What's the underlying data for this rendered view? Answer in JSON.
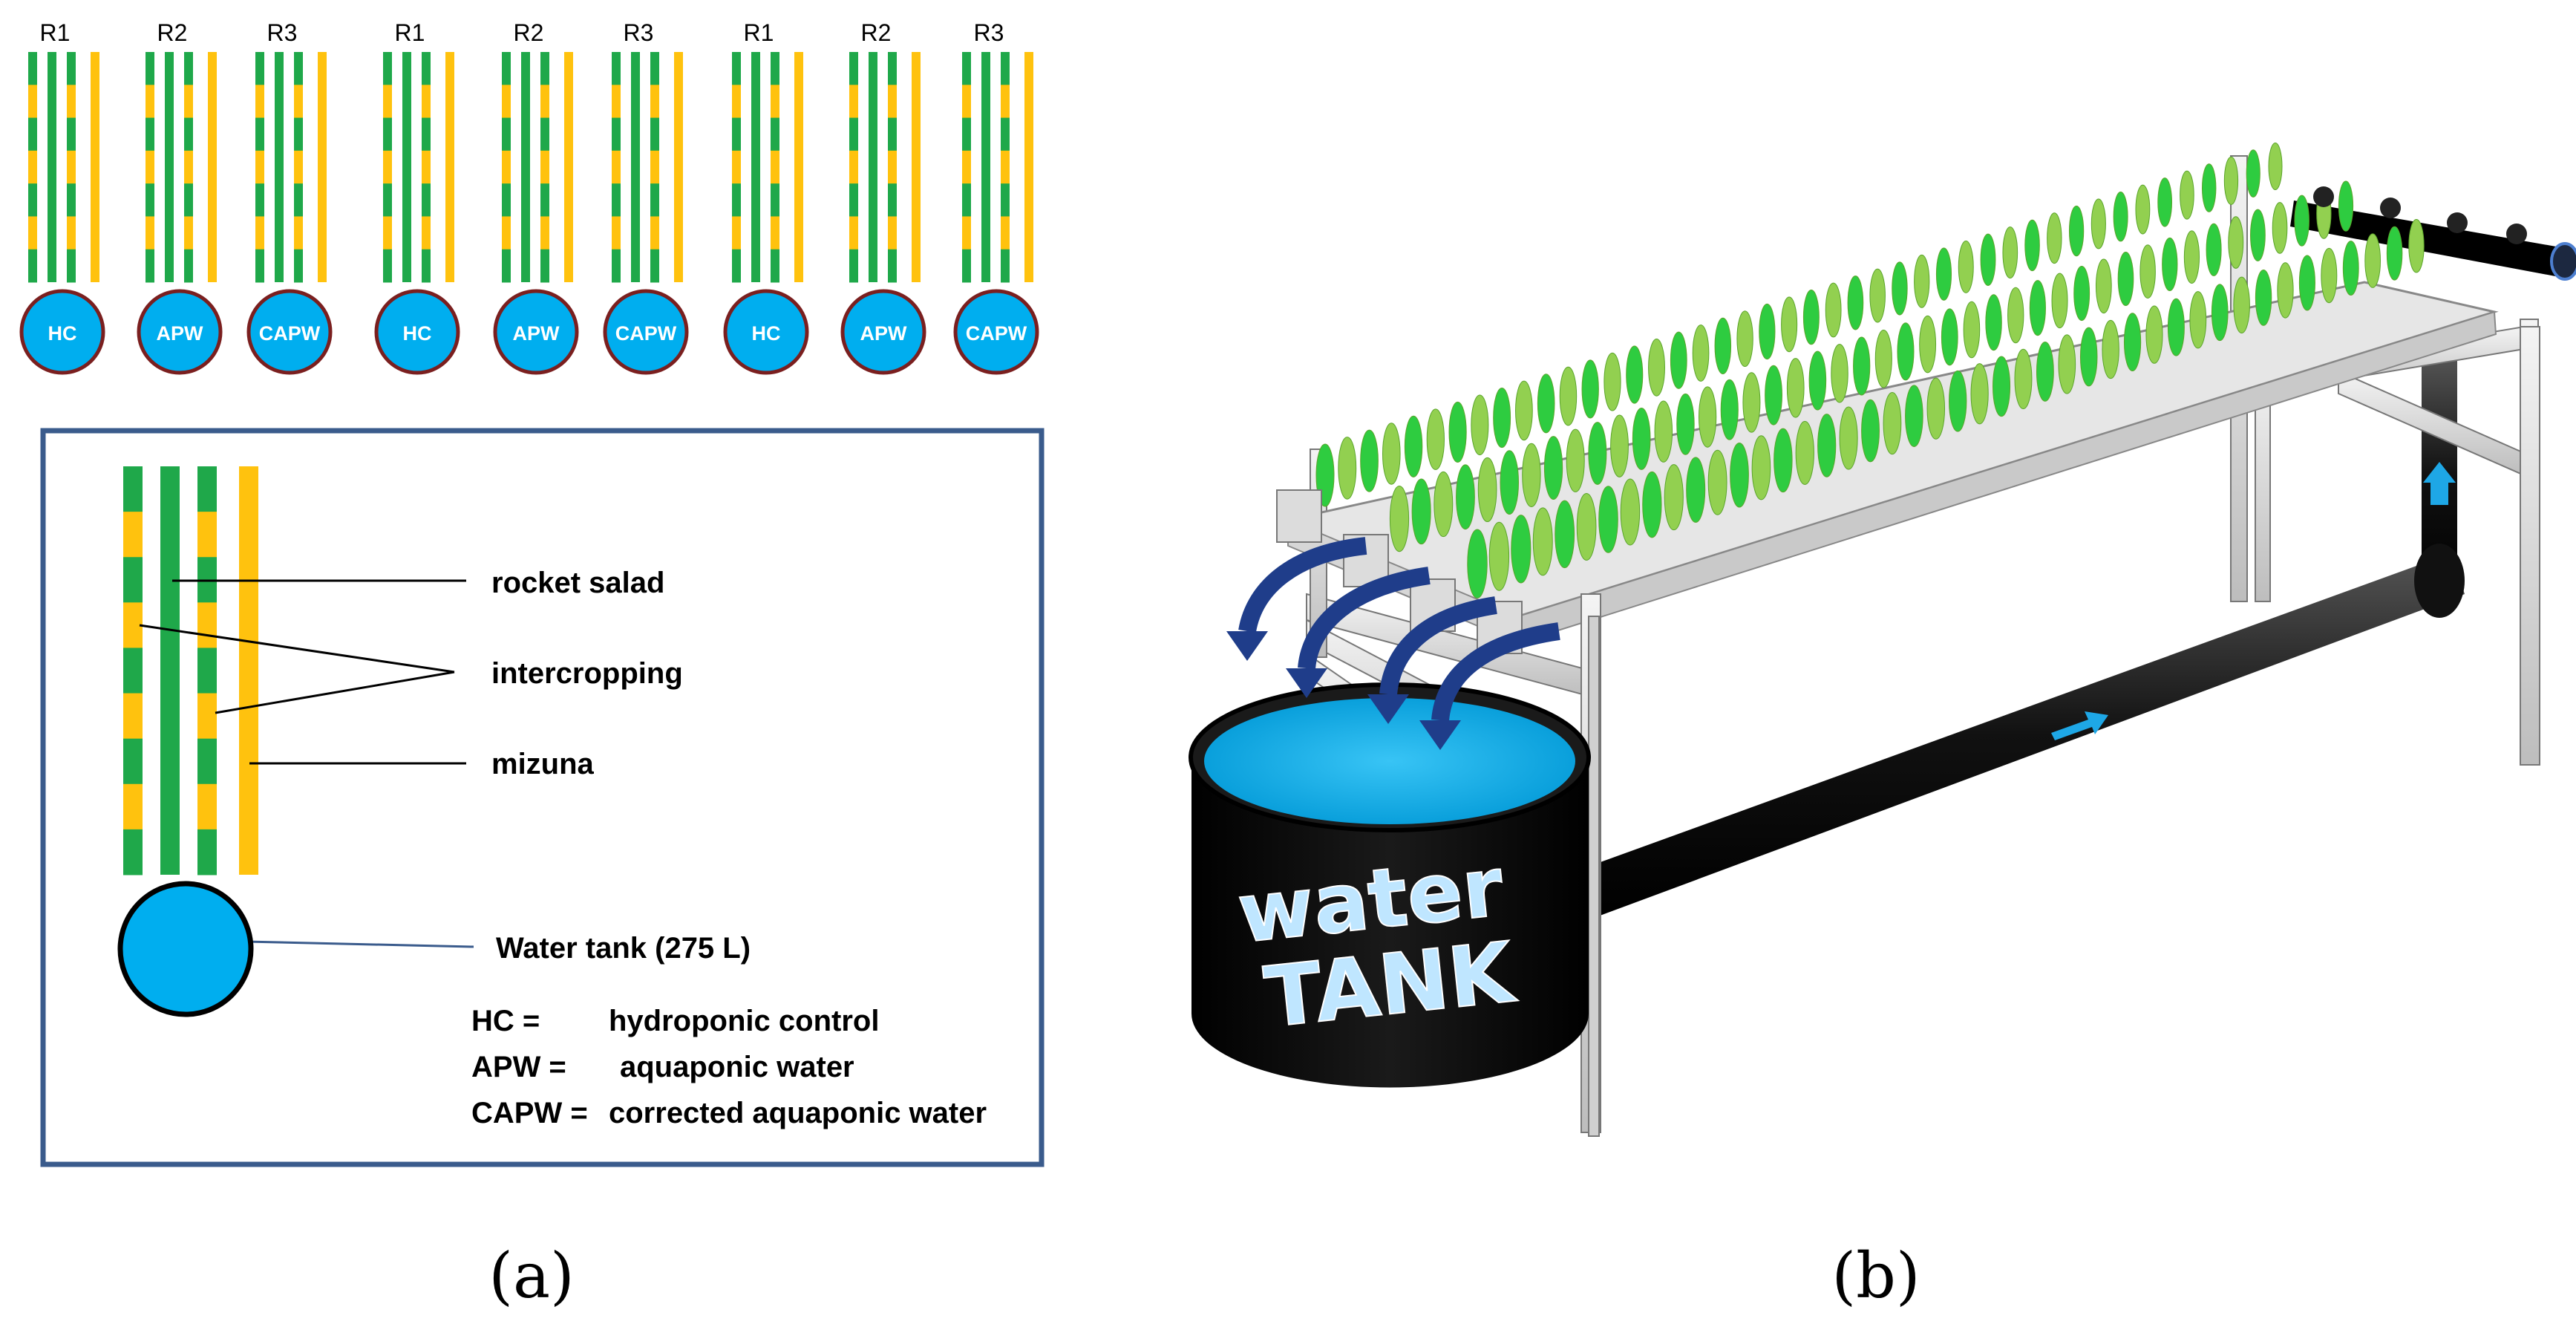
{
  "panel_a": {
    "groups": [
      {
        "rep": "R1",
        "treatment": "HC"
      },
      {
        "rep": "R2",
        "treatment": "APW"
      },
      {
        "rep": "R3",
        "treatment": "CAPW"
      },
      {
        "rep": "R1",
        "treatment": "HC"
      },
      {
        "rep": "R2",
        "treatment": "APW"
      },
      {
        "rep": "R3",
        "treatment": "CAPW"
      },
      {
        "rep": "R1",
        "treatment": "HC"
      },
      {
        "rep": "R2",
        "treatment": "APW"
      },
      {
        "rep": "R3",
        "treatment": "CAPW"
      }
    ],
    "legend": {
      "rocket_salad": "rocket salad",
      "intercropping": "intercropping",
      "mizuna": "mizuna",
      "water_tank": "Water tank (275 L)",
      "abbreviations": [
        {
          "abbr": "HC =",
          "meaning": "hydroponic control"
        },
        {
          "abbr": "APW =",
          "meaning": "aquaponic water"
        },
        {
          "abbr": "CAPW =",
          "meaning": "corrected aquaponic water"
        }
      ]
    },
    "colors": {
      "rocket": "#1fa84a",
      "mizuna": "#ffc20e",
      "tank": "#00aeef",
      "tank_outline": "#7a1f1f"
    }
  },
  "panel_b": {
    "tank_line1": "water",
    "tank_line2": "TANK",
    "colors": {
      "tank_body": "#000000",
      "water": "#00aeef",
      "plant_light": "#92d050",
      "plant_dark": "#2ecc40",
      "arrow": "#1f3d8a"
    }
  },
  "captions": {
    "a": "(a)",
    "b": "(b)"
  }
}
